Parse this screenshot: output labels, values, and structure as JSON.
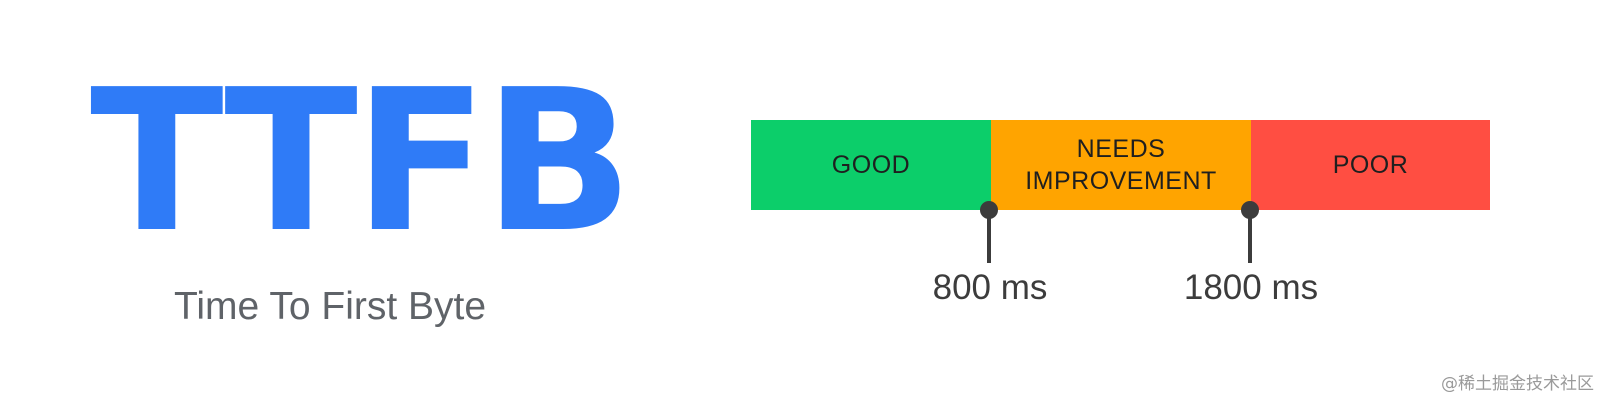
{
  "metric": {
    "title": "TTFB",
    "subtitle": "Time To First Byte"
  },
  "scale": {
    "segments": [
      {
        "label": "GOOD",
        "color": "#0cce6a"
      },
      {
        "label": "NEEDS\nIMPROVEMENT",
        "color": "#ffa400"
      },
      {
        "label": "POOR",
        "color": "#ff4e42"
      }
    ],
    "thresholds": [
      {
        "label": "800 ms"
      },
      {
        "label": "1800 ms"
      }
    ]
  },
  "colors": {
    "title": "#2f7bf7",
    "subtitle": "#5f6368",
    "marker": "#3c3c3c"
  },
  "watermark": "@稀土掘金技术社区"
}
